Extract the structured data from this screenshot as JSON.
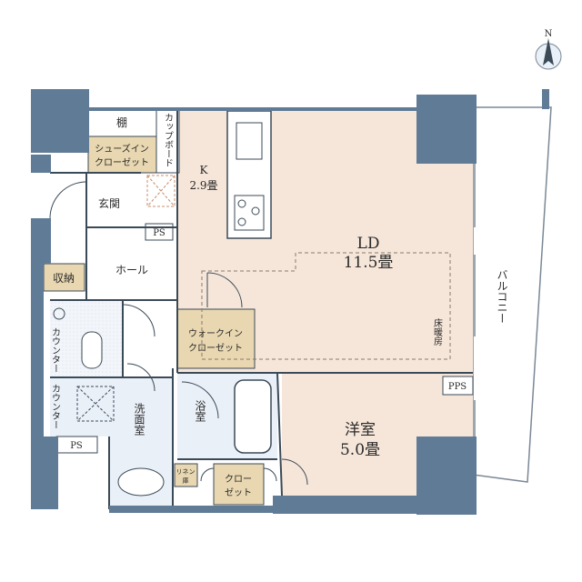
{
  "colors": {
    "wall": "#5f7b95",
    "line": "#3b4a57",
    "main_room": "#f6e6d9",
    "storage": "#e8d7b0",
    "wet_area": "#eaf0f8",
    "white": "#ffffff",
    "hatch": "#c98f6e"
  },
  "compass": {
    "north": "N"
  },
  "rooms": {
    "shelf": "棚",
    "shoe_closet": [
      "シューズイン",
      "クローゼット"
    ],
    "cupboard": "カップボード",
    "kitchen_name": "K",
    "kitchen_size": "2.9畳",
    "entrance": "玄関",
    "ps_top": "PS",
    "ld_name": "LD",
    "ld_size": "11.5畳",
    "storage": "収納",
    "hall": "ホール",
    "walk_in_closet": [
      "ウォークイン",
      "クローゼット"
    ],
    "floor_heating": "床暖房",
    "counter_1": "カウンター",
    "counter_2": "カウンター",
    "washroom": "洗面室",
    "bathroom": "浴室",
    "pps": "PPS",
    "western_name": "洋室",
    "western_size": "5.0畳",
    "ps_bottom": "PS",
    "linen": [
      "リネン",
      "庫"
    ],
    "closet": [
      "クロー",
      "ゼット"
    ],
    "balcony": "バルコニー"
  }
}
